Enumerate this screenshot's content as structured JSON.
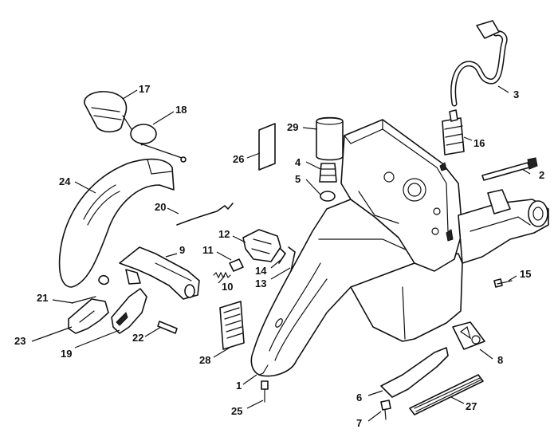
{
  "callouts": [
    {
      "id": "p1",
      "text": "1"
    },
    {
      "id": "p2",
      "text": "2"
    },
    {
      "id": "p3",
      "text": "3"
    },
    {
      "id": "p4",
      "text": "4"
    },
    {
      "id": "p5",
      "text": "5"
    },
    {
      "id": "p6",
      "text": "6"
    },
    {
      "id": "p7",
      "text": "7"
    },
    {
      "id": "p8",
      "text": "8"
    },
    {
      "id": "p9",
      "text": "9"
    },
    {
      "id": "p10",
      "text": "10"
    },
    {
      "id": "p11",
      "text": "11"
    },
    {
      "id": "p12",
      "text": "12"
    },
    {
      "id": "p13",
      "text": "13"
    },
    {
      "id": "p14",
      "text": "14"
    },
    {
      "id": "p15",
      "text": "15"
    },
    {
      "id": "p16",
      "text": "16"
    },
    {
      "id": "p17",
      "text": "17"
    },
    {
      "id": "p18",
      "text": "18"
    },
    {
      "id": "p19",
      "text": "19"
    },
    {
      "id": "p20",
      "text": "20"
    },
    {
      "id": "p21",
      "text": "21"
    },
    {
      "id": "p22",
      "text": "22"
    },
    {
      "id": "p23",
      "text": "23"
    },
    {
      "id": "p24",
      "text": "24"
    },
    {
      "id": "p25",
      "text": "25"
    },
    {
      "id": "p26",
      "text": "26"
    },
    {
      "id": "p27",
      "text": "27"
    },
    {
      "id": "p28",
      "text": "28"
    },
    {
      "id": "p29",
      "text": "29"
    }
  ]
}
